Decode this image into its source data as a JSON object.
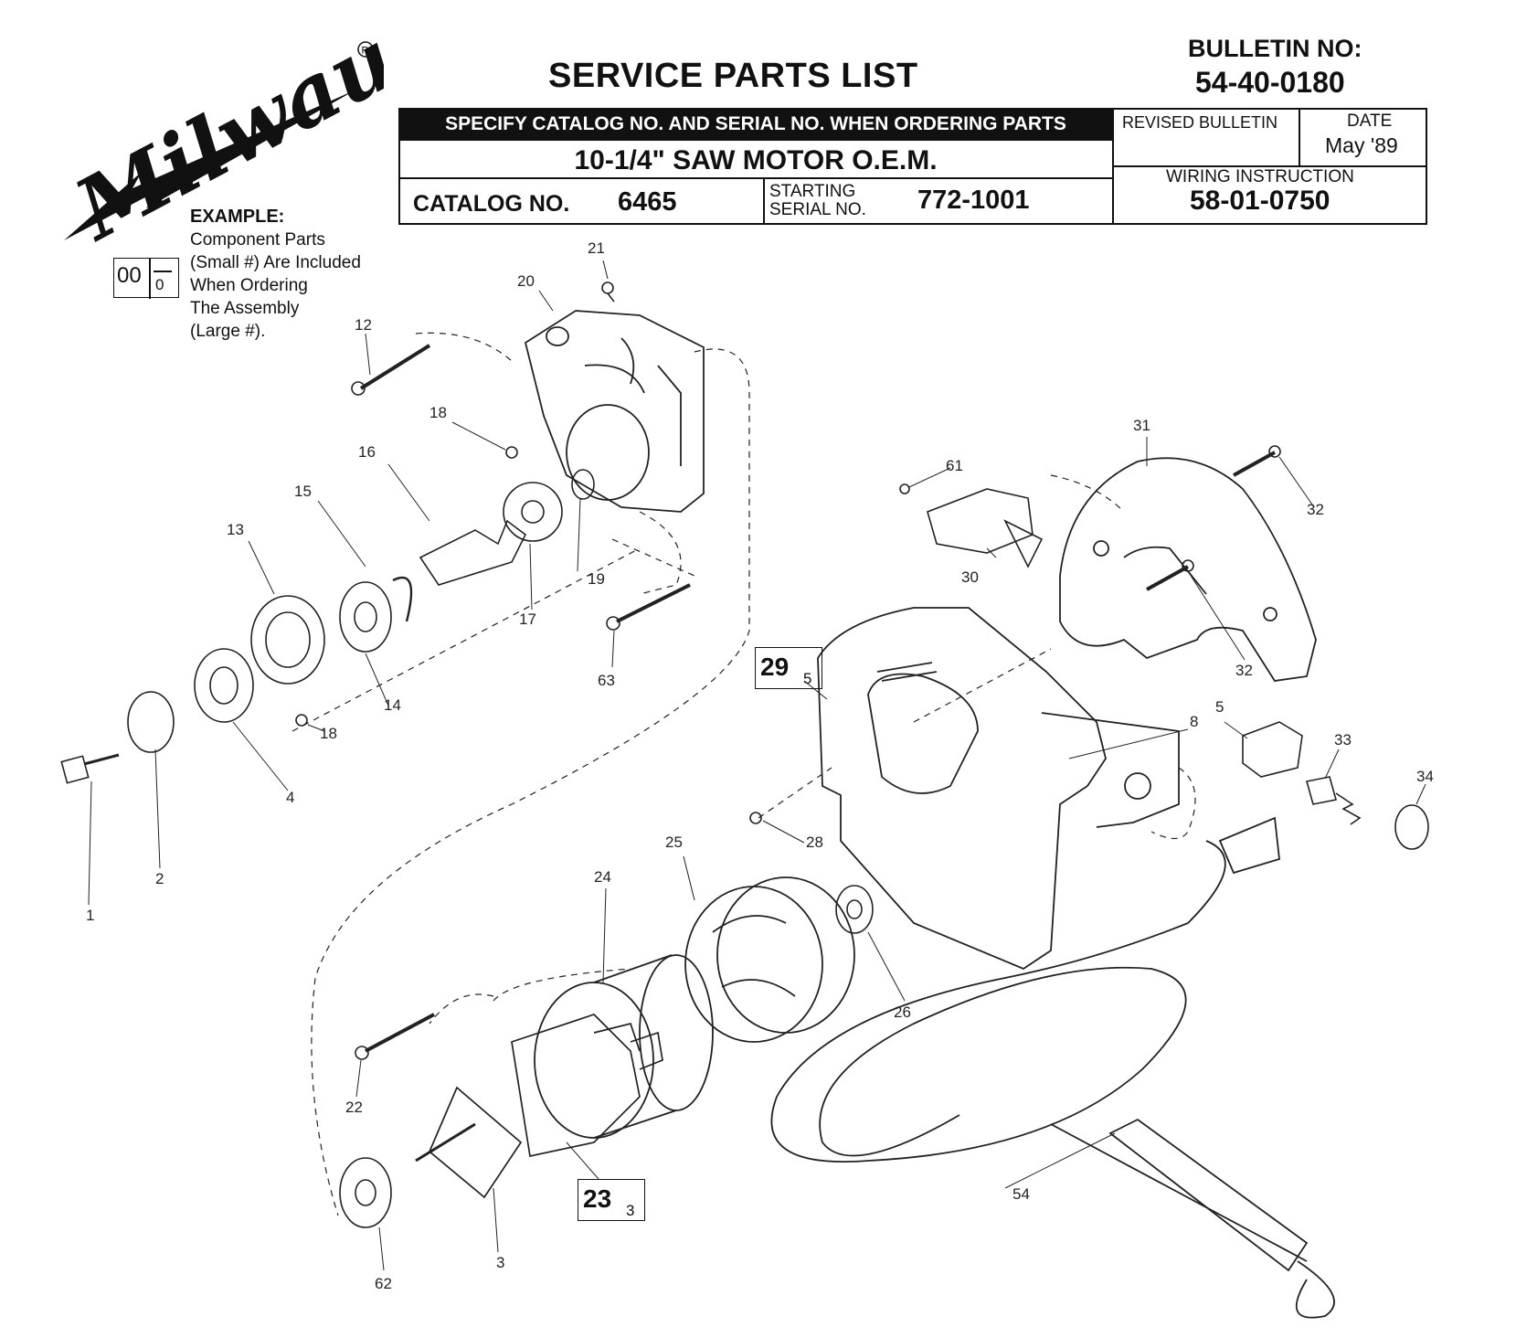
{
  "brand": {
    "logo_text": "Milwaukee",
    "registered": "®"
  },
  "header": {
    "title": "SERVICE PARTS LIST",
    "bulletin_label": "BULLETIN NO:",
    "bulletin_number": "54-40-0180",
    "specify_notice": "SPECIFY CATALOG NO. AND SERIAL NO. WHEN ORDERING PARTS",
    "product_name": "10-1/4\" SAW MOTOR O.E.M.",
    "catalog_label": "CATALOG NO.",
    "catalog_number": "6465",
    "starting_serial_label_1": "STARTING",
    "starting_serial_label_2": "SERIAL NO.",
    "starting_serial_number": "772-1001",
    "revised_bulletin_label": "REVISED BULLETIN",
    "date_label": "DATE",
    "date_value": "May '89",
    "wiring_label": "WIRING INSTRUCTION",
    "wiring_number": "58-01-0750"
  },
  "example": {
    "title": "EXAMPLE:",
    "lines": [
      "Component Parts",
      "(Small #) Are Included",
      "When Ordering",
      "The Assembly",
      "(Large #)."
    ],
    "box_large": "00",
    "box_small": "0"
  },
  "callouts": [
    {
      "large": "29",
      "small": "5"
    },
    {
      "large": "23",
      "small": "3"
    }
  ],
  "part_numbers": [
    "21",
    "20",
    "12",
    "18",
    "16",
    "15",
    "13",
    "19",
    "17",
    "63",
    "14",
    "18",
    "4",
    "2",
    "1",
    "31",
    "61",
    "32",
    "30",
    "32",
    "5",
    "8",
    "33",
    "34",
    "28",
    "25",
    "24",
    "26",
    "22",
    "62",
    "3",
    "54"
  ]
}
